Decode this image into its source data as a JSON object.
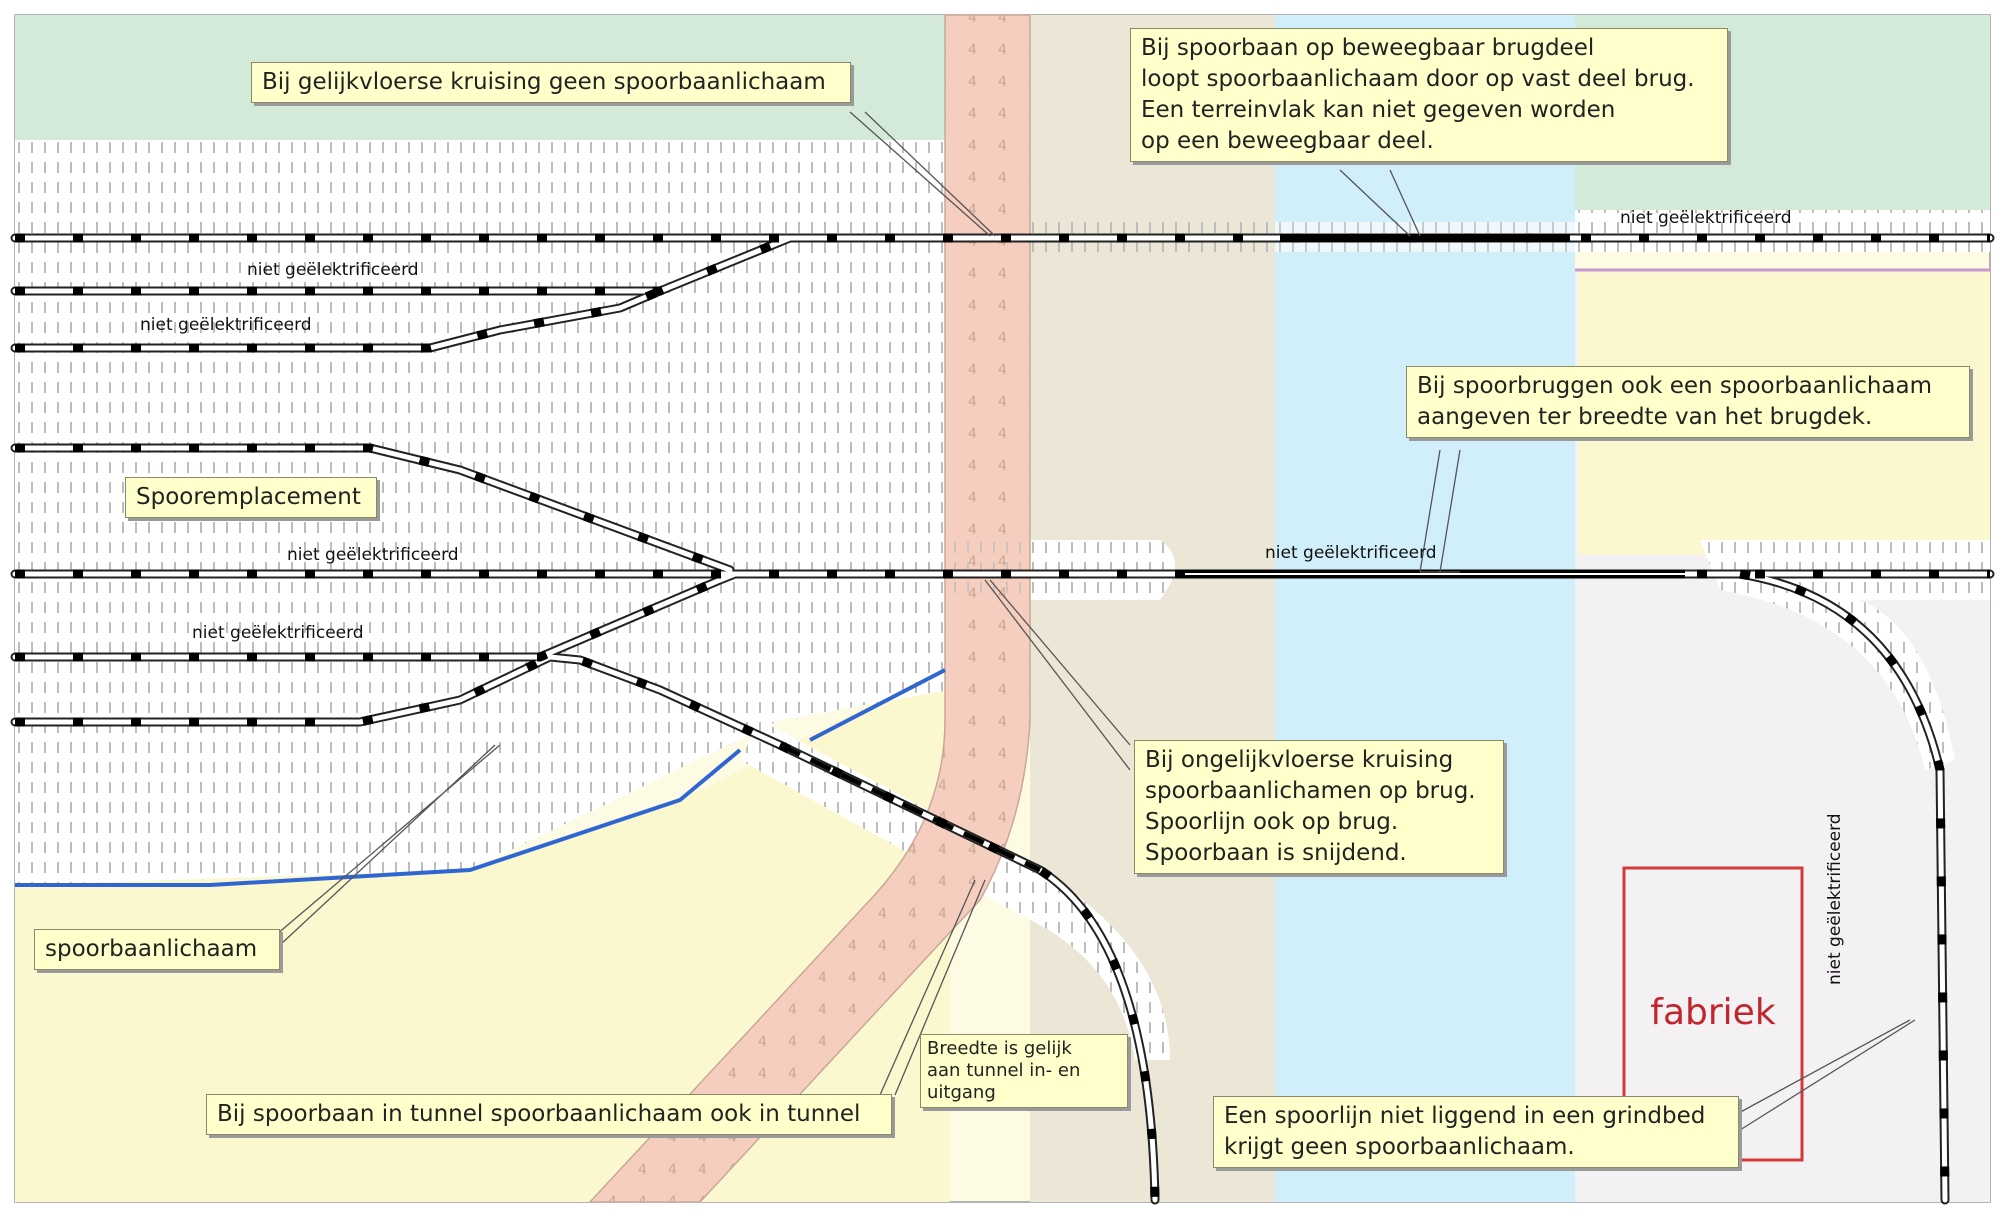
{
  "colors": {
    "greenland": "#d4ead8",
    "yard": "#ffffff",
    "dots": "#bcbcbc",
    "sand": "#fbf8cf",
    "road": "#f5cebf",
    "road_edge": "#c8a898",
    "paved": "#ece6d6",
    "water": "#d1effa",
    "industrial": "#f4f1f4",
    "rail_body": "#ffffff",
    "rail_edge": "#222222",
    "tie": "#000000",
    "waterline": "#2f66d1",
    "fabriek_red": "#d43a3a",
    "callout_fill": "#ffffcc"
  },
  "callouts": {
    "gelijkvloers": [
      "Bij gelijkvloerse kruising geen spoorbaanlichaam"
    ],
    "brugdeel": [
      "Bij spoorbaan op beweegbaar brugdeel",
      "loopt spoorbaanlichaam door op vast deel brug.",
      "Een terreinvlak kan niet gegeven worden",
      "op een beweegbaar deel."
    ],
    "spoorbruggen": [
      "Bij spoorbruggen ook een spoorbaanlichaam",
      "aangeven ter breedte van het brugdek."
    ],
    "emplacement": [
      "Spooremplacement"
    ],
    "ongelijkvloers": [
      "Bij ongelijkvloerse kruising",
      "spoorbaanlichamen op brug.",
      "Spoorlijn ook op brug.",
      "Spoorbaan is snijdend."
    ],
    "spoorbaanlichaam": [
      "spoorbaanlichaam"
    ],
    "breedte": [
      "Breedte is gelijk",
      "aan tunnel in- en",
      "uitgang"
    ],
    "tunnel": [
      "Bij spoorbaan in tunnel spoorbaanlichaam ook in tunnel"
    ],
    "grindbed": [
      "Een spoorlijn niet liggend in een grindbed",
      "krijgt geen spoorbaanlichaam."
    ]
  },
  "track_labels": [
    "niet geëlektrificeerd",
    "niet geëlektrificeerd",
    "niet geëlektrificeerd",
    "niet geëlektrificeerd",
    "niet geëlektrificeerd",
    "niet geëlektrificeerd",
    "niet geëlektrificeerd"
  ],
  "road_symbol": "4",
  "fabriek": "fabriek"
}
